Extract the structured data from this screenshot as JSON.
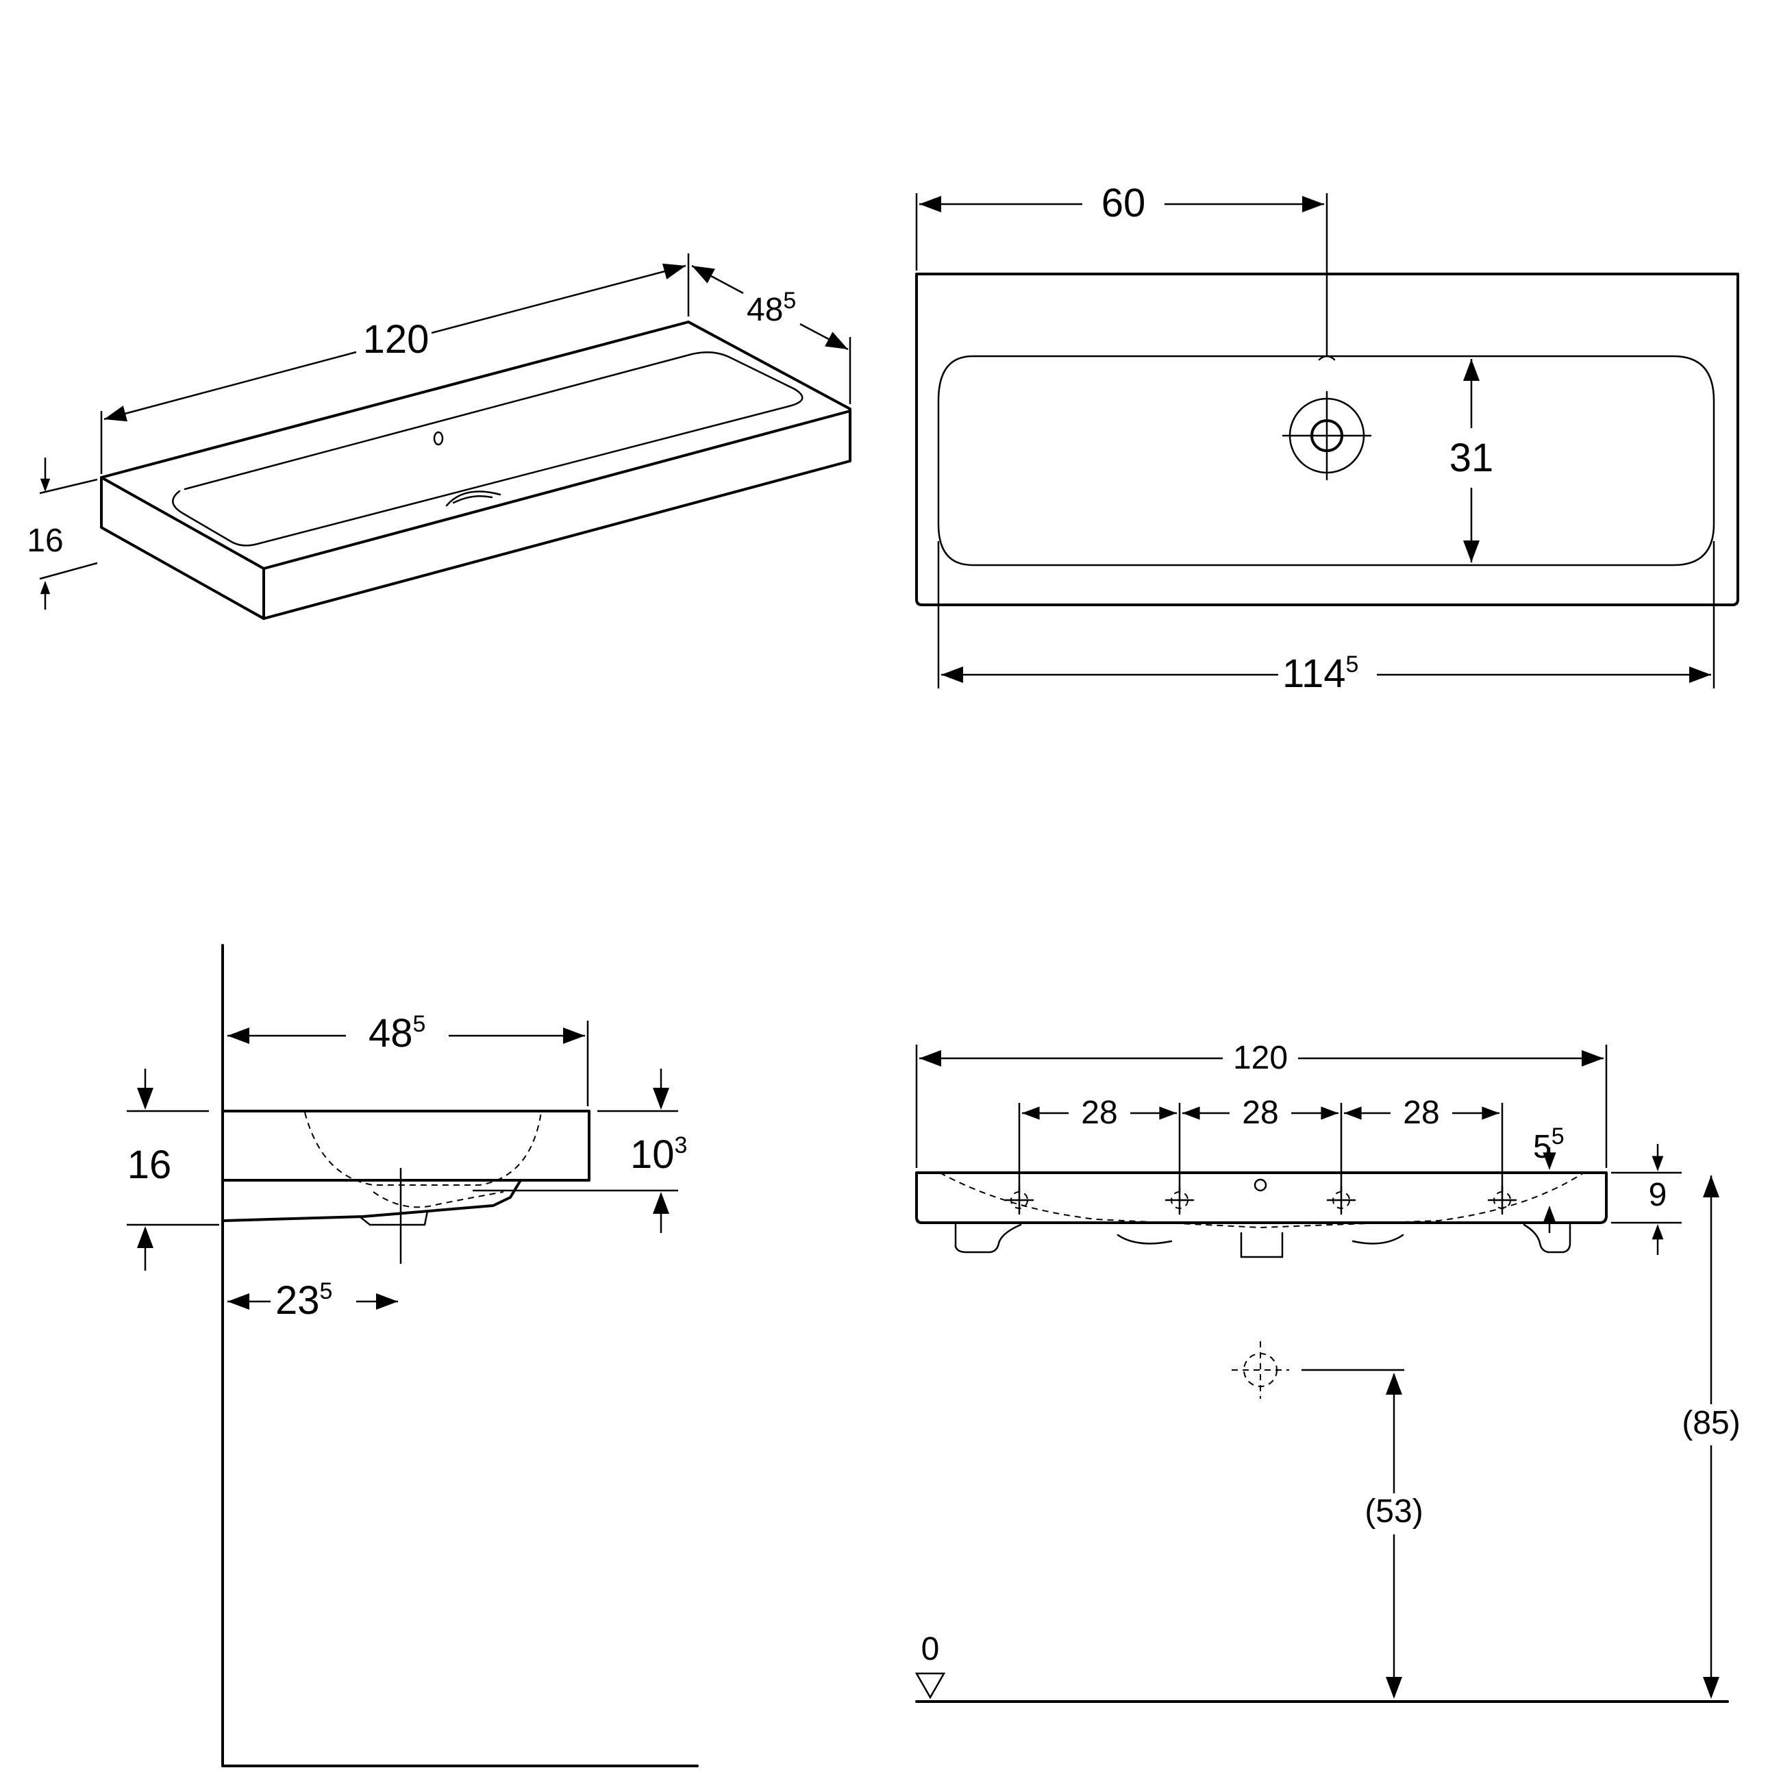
{
  "views": {
    "isometric": {
      "length": "120",
      "depth_main": "48",
      "depth_sup": "5",
      "height": "16"
    },
    "top": {
      "tap_offset": "60",
      "bowl_depth": "31",
      "inner_main": "114",
      "inner_sup": "5"
    },
    "side": {
      "depth_main": "48",
      "depth_sup": "5",
      "height": "16",
      "bowl_main": "10",
      "bowl_sup": "3",
      "drain_main": "23",
      "drain_sup": "5"
    },
    "front": {
      "width": "120",
      "spacing_1": "28",
      "spacing_2": "28",
      "spacing_3": "28",
      "edge_main": "5",
      "edge_sup": "5",
      "rim": "9",
      "waste_height": "(53)",
      "rim_height": "(85)",
      "floor": "0"
    }
  }
}
